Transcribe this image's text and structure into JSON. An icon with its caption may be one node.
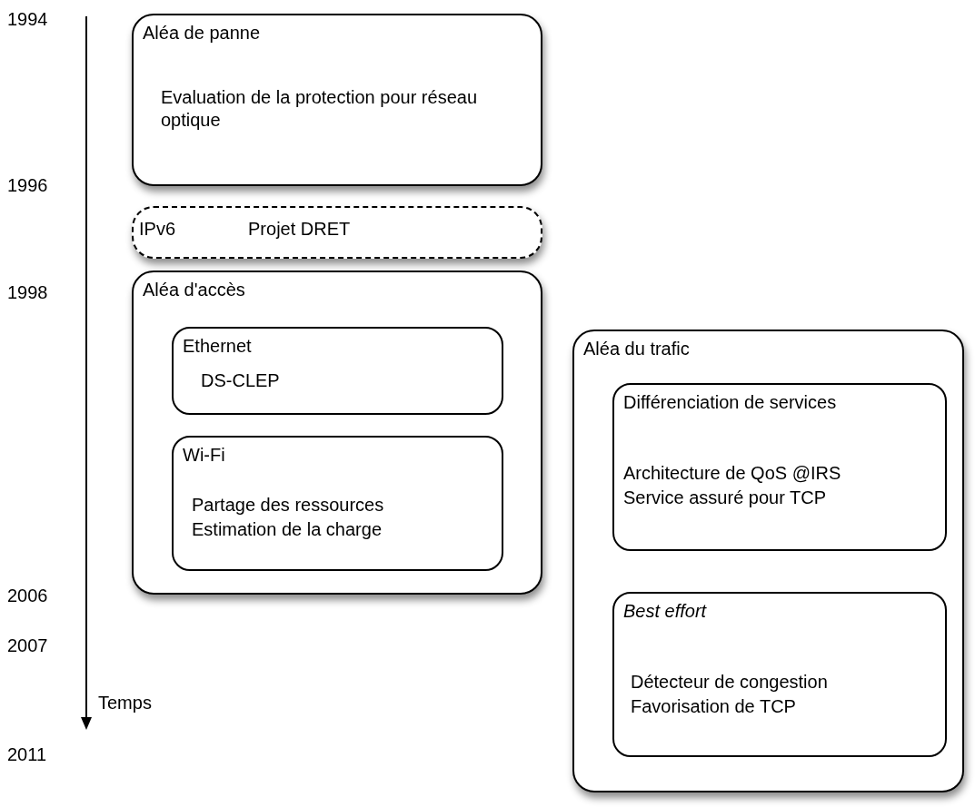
{
  "diagram": {
    "nodes": [
      {
        "text": [
          "Aléa de panne",
          "Evaluation de la protection pour réseau optique"
        ]
      },
      {
        "text": [
          "IPv6",
          "Projet DRET"
        ]
      },
      {
        "text": [
          "Aléa d'accès"
        ]
      },
      {
        "text": [
          "Ethernet",
          "DS-CLEP"
        ],
        "in": 2
      },
      {
        "text": [
          "Wi-Fi",
          "Partage des ressources",
          "Estimation de la charge"
        ],
        "in": 2
      },
      {
        "text": [
          "Aléa du trafic"
        ]
      },
      {
        "text": [
          "Différenciation de services",
          "Architecture de QoS @IRS",
          "Service assuré pour TCP"
        ],
        "in": 5
      },
      {
        "text": [
          "Best effort",
          "Détecteur de congestion",
          "Favorisation de TCP"
        ],
        "in": 5
      }
    ],
    "labels": [
      "1994",
      "1996",
      "1998",
      "2006",
      "2007",
      "2011",
      "Temps"
    ]
  }
}
